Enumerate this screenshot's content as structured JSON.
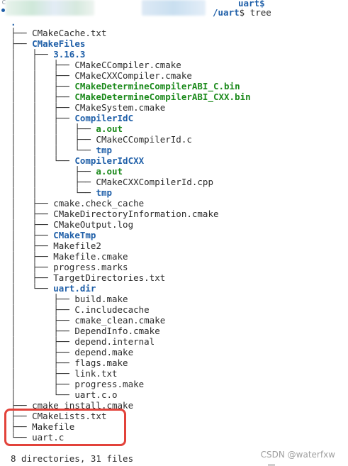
{
  "prompt": {
    "host_fragment": "uart$",
    "path_fragment": "/uart",
    "command_sep": "$",
    "command": "tree",
    "stray_char": "c"
  },
  "tree": [
    {
      "prefix": "",
      "name": ".",
      "kind": "dir"
    },
    {
      "prefix": "├── ",
      "name": "CMakeCache.txt",
      "kind": "file"
    },
    {
      "prefix": "├── ",
      "name": "CMakeFiles",
      "kind": "dir"
    },
    {
      "prefix": "│   ├── ",
      "name": "3.16.3",
      "kind": "dir"
    },
    {
      "prefix": "│   │   ├── ",
      "name": "CMakeCCompiler.cmake",
      "kind": "file"
    },
    {
      "prefix": "│   │   ├── ",
      "name": "CMakeCXXCompiler.cmake",
      "kind": "file"
    },
    {
      "prefix": "│   │   ├── ",
      "name": "CMakeDetermineCompilerABI_C.bin",
      "kind": "exec"
    },
    {
      "prefix": "│   │   ├── ",
      "name": "CMakeDetermineCompilerABI_CXX.bin",
      "kind": "exec"
    },
    {
      "prefix": "│   │   ├── ",
      "name": "CMakeSystem.cmake",
      "kind": "file"
    },
    {
      "prefix": "│   │   ├── ",
      "name": "CompilerIdC",
      "kind": "dir"
    },
    {
      "prefix": "│   │   │   ├── ",
      "name": "a.out",
      "kind": "exec"
    },
    {
      "prefix": "│   │   │   ├── ",
      "name": "CMakeCCompilerId.c",
      "kind": "file"
    },
    {
      "prefix": "│   │   │   └── ",
      "name": "tmp",
      "kind": "dir"
    },
    {
      "prefix": "│   │   └── ",
      "name": "CompilerIdCXX",
      "kind": "dir"
    },
    {
      "prefix": "│   │       ├── ",
      "name": "a.out",
      "kind": "exec"
    },
    {
      "prefix": "│   │       ├── ",
      "name": "CMakeCXXCompilerId.cpp",
      "kind": "file"
    },
    {
      "prefix": "│   │       └── ",
      "name": "tmp",
      "kind": "dir"
    },
    {
      "prefix": "│   ├── ",
      "name": "cmake.check_cache",
      "kind": "file"
    },
    {
      "prefix": "│   ├── ",
      "name": "CMakeDirectoryInformation.cmake",
      "kind": "file"
    },
    {
      "prefix": "│   ├── ",
      "name": "CMakeOutput.log",
      "kind": "file"
    },
    {
      "prefix": "│   ├── ",
      "name": "CMakeTmp",
      "kind": "dir"
    },
    {
      "prefix": "│   ├── ",
      "name": "Makefile2",
      "kind": "file"
    },
    {
      "prefix": "│   ├── ",
      "name": "Makefile.cmake",
      "kind": "file"
    },
    {
      "prefix": "│   ├── ",
      "name": "progress.marks",
      "kind": "file"
    },
    {
      "prefix": "│   ├── ",
      "name": "TargetDirectories.txt",
      "kind": "file"
    },
    {
      "prefix": "│   └── ",
      "name": "uart.dir",
      "kind": "dir"
    },
    {
      "prefix": "│       ├── ",
      "name": "build.make",
      "kind": "file"
    },
    {
      "prefix": "│       ├── ",
      "name": "C.includecache",
      "kind": "file"
    },
    {
      "prefix": "│       ├── ",
      "name": "cmake_clean.cmake",
      "kind": "file"
    },
    {
      "prefix": "│       ├── ",
      "name": "DependInfo.cmake",
      "kind": "file"
    },
    {
      "prefix": "│       ├── ",
      "name": "depend.internal",
      "kind": "file"
    },
    {
      "prefix": "│       ├── ",
      "name": "depend.make",
      "kind": "file"
    },
    {
      "prefix": "│       ├── ",
      "name": "flags.make",
      "kind": "file"
    },
    {
      "prefix": "│       ├── ",
      "name": "link.txt",
      "kind": "file"
    },
    {
      "prefix": "│       ├── ",
      "name": "progress.make",
      "kind": "file"
    },
    {
      "prefix": "│       └── ",
      "name": "uart.c.o",
      "kind": "file"
    },
    {
      "prefix": "├── ",
      "name": "cmake_install.cmake",
      "kind": "file"
    },
    {
      "prefix": "├── ",
      "name": "CMakeLists.txt",
      "kind": "file"
    },
    {
      "prefix": "├── ",
      "name": "Makefile",
      "kind": "file"
    },
    {
      "prefix": "└── ",
      "name": "uart.c",
      "kind": "file"
    }
  ],
  "summary": "8 directories, 31 files",
  "watermark": "CSDN @waterfxw",
  "colors": {
    "dir": "#1f5fa8",
    "exec": "#1c8a1c",
    "file": "#2b2b2b",
    "highlight": "#e2423a"
  }
}
